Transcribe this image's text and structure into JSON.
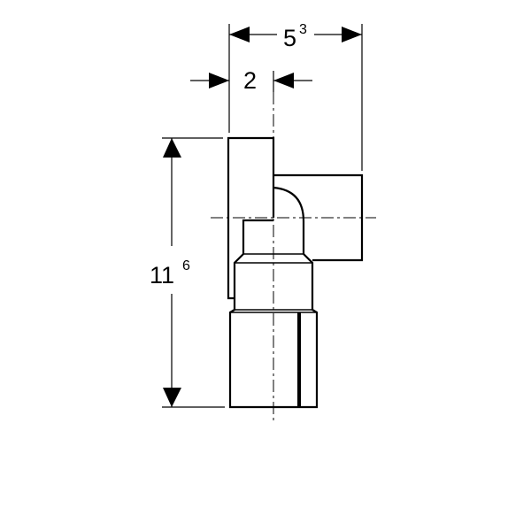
{
  "dimensions": {
    "width": {
      "main": "5",
      "sup": "3"
    },
    "plate_depth": {
      "main": "2"
    },
    "height": {
      "main": "11",
      "sup": "6"
    }
  },
  "colors": {
    "line": "#000000",
    "background": "#ffffff"
  }
}
